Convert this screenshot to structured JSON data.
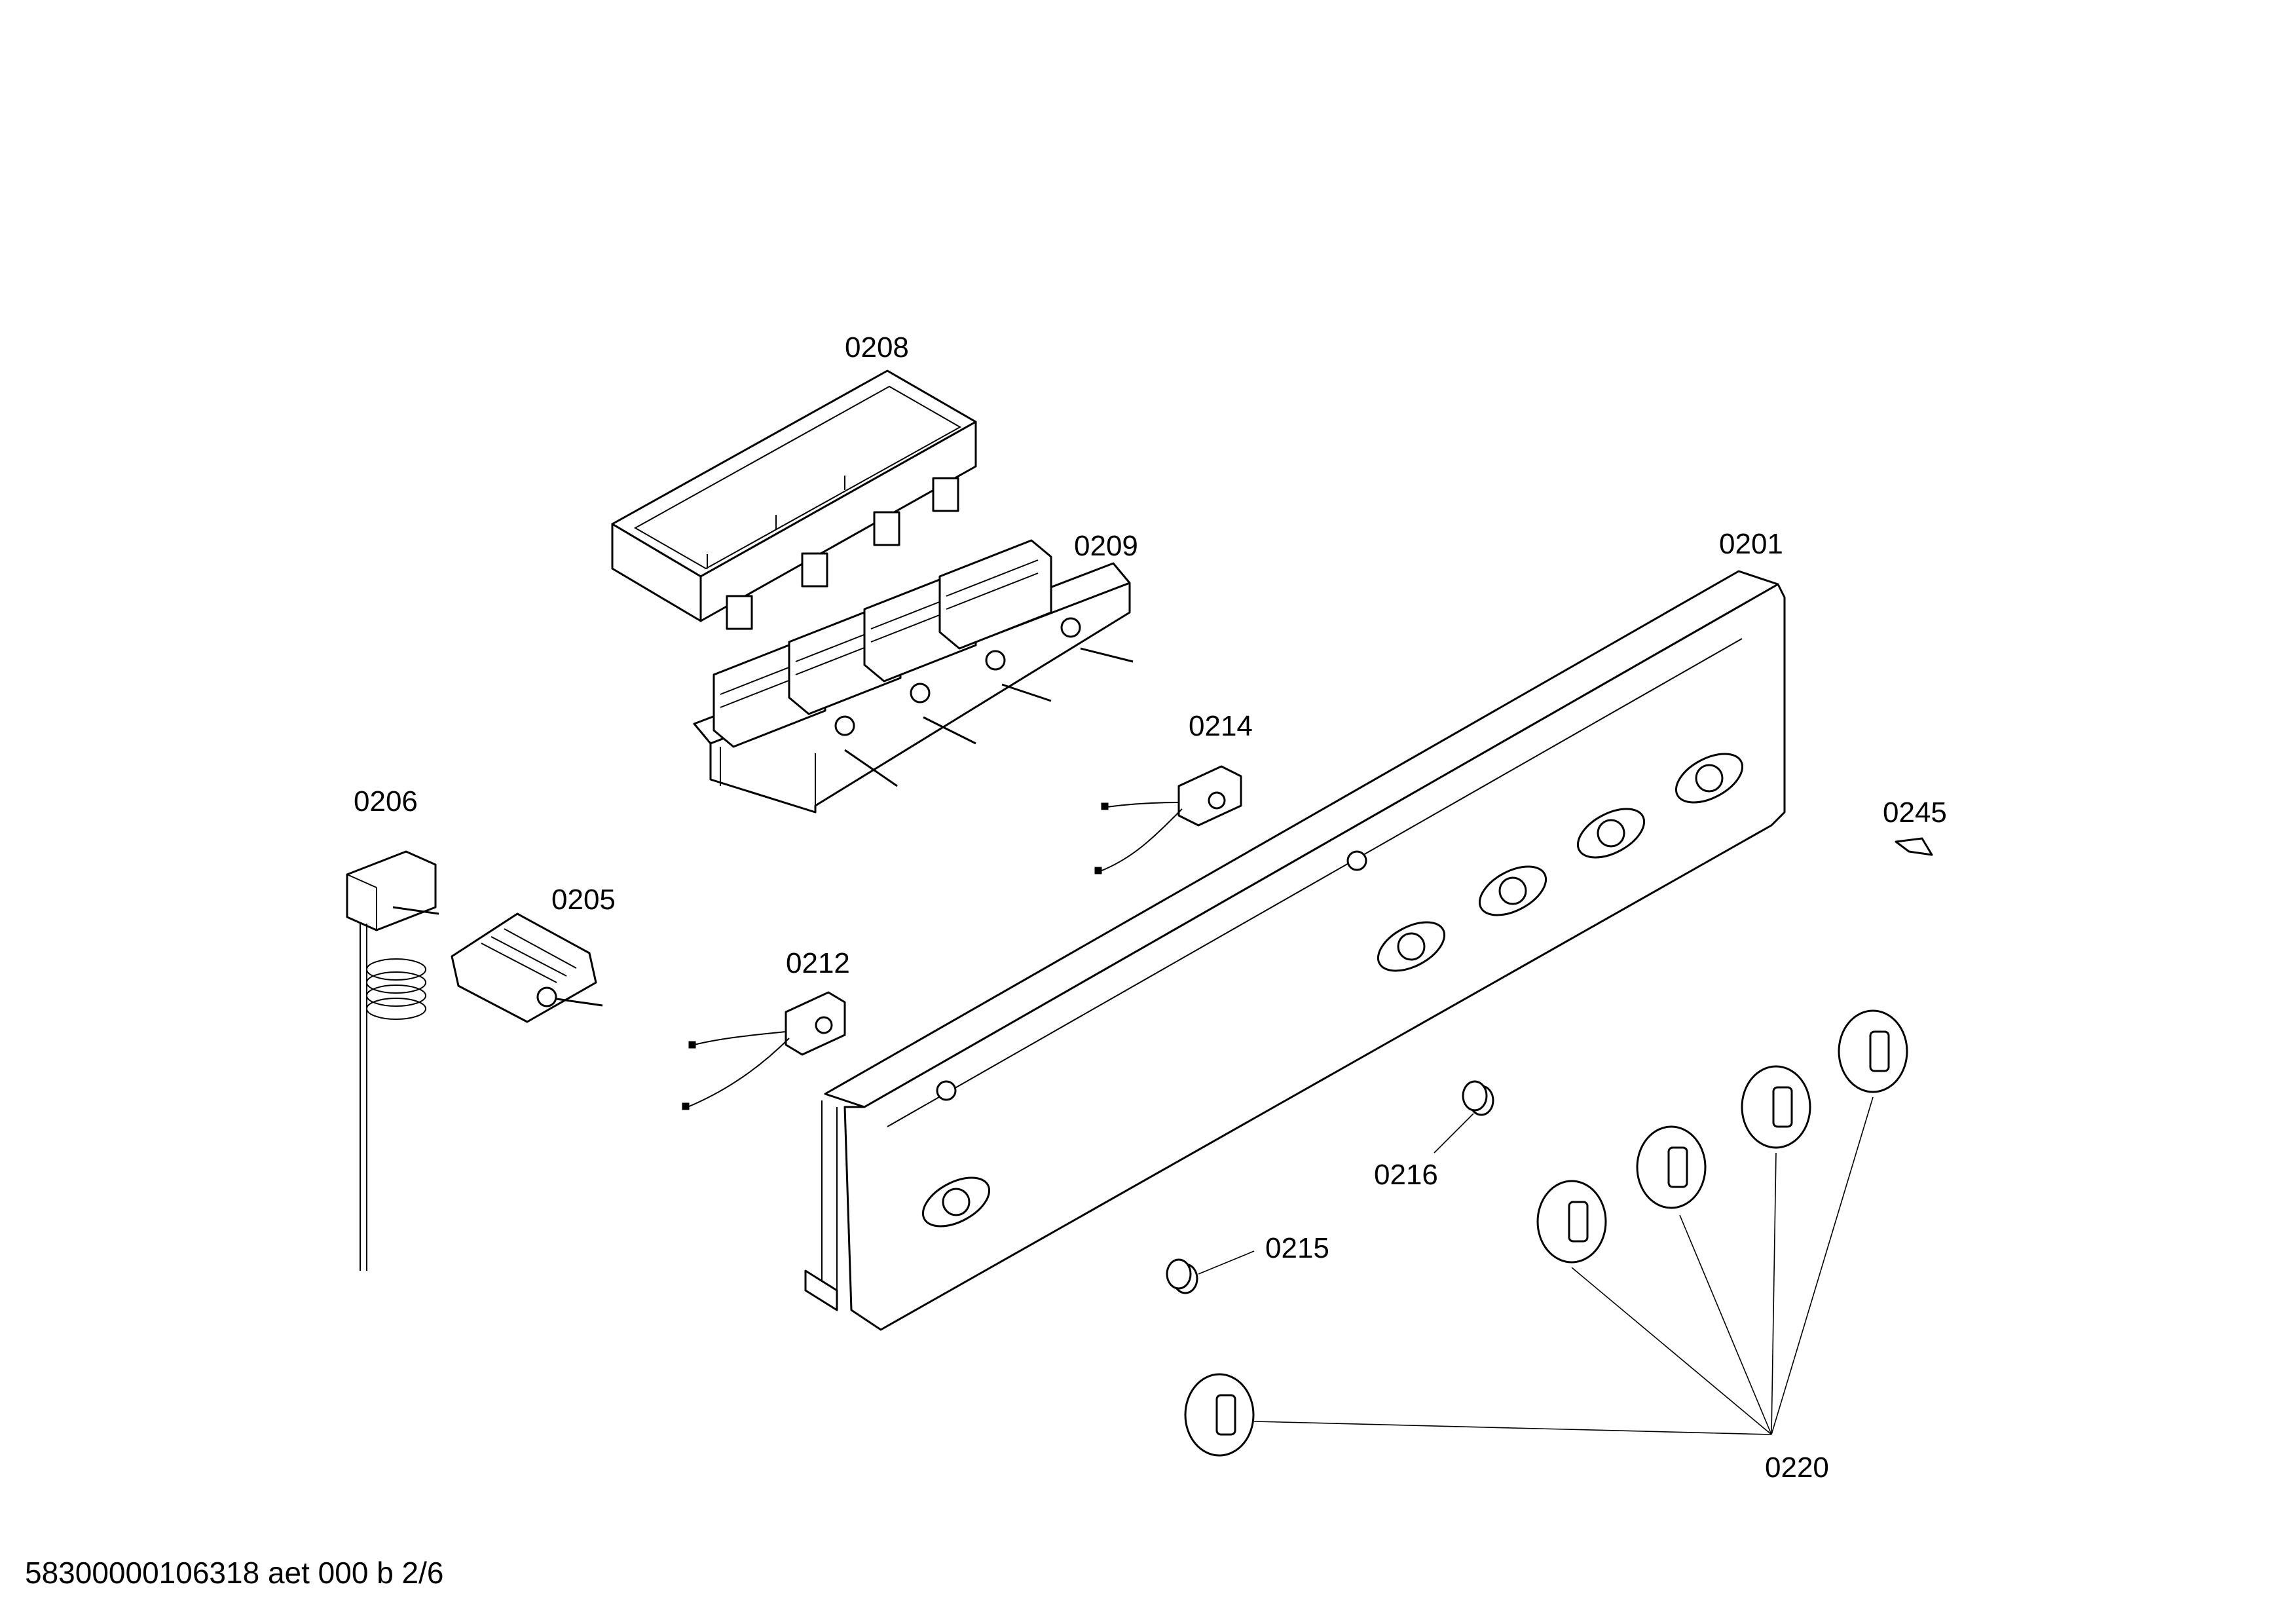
{
  "labels": {
    "p0208": "0208",
    "p0209": "0209",
    "p0201": "0201",
    "p0214": "0214",
    "p0206": "0206",
    "p0205": "0205",
    "p0245": "0245",
    "p0212": "0212",
    "p0216": "0216",
    "p0215": "0215",
    "p0220": "0220"
  },
  "footer": {
    "document_code": "58300000106318 aet 000 b 2/6"
  }
}
